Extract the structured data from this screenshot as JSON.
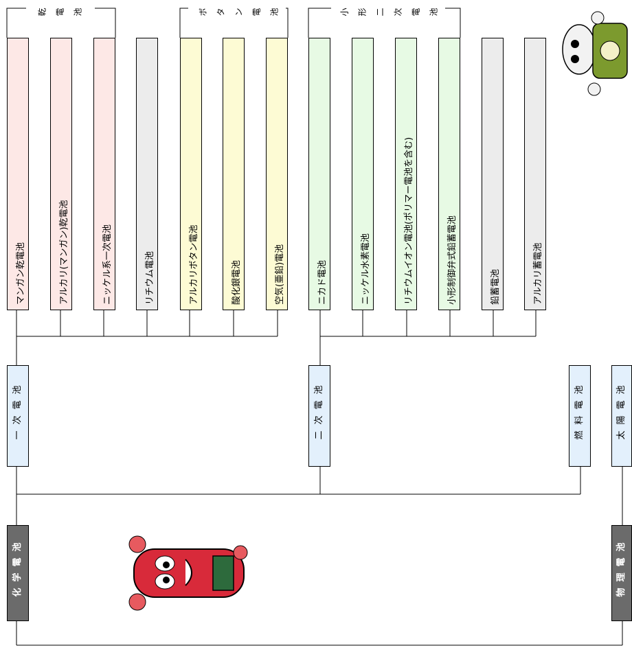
{
  "groups": {
    "dry": [
      "乾",
      "電",
      "池"
    ],
    "button": [
      "ボ",
      "タ",
      "ン",
      "電",
      "池"
    ],
    "small_secondary": [
      "小",
      "形",
      "二",
      "次",
      "電",
      "池"
    ]
  },
  "batteries": [
    "マンガン乾電池",
    "アルカリ(マンガン)乾電池",
    "ニッケル系一次電池",
    "リチウム電池",
    "アルカリボタン電池",
    "酸化銀電池",
    "空気(亜鉛)電池",
    "ニカド電池",
    "ニッケル水素電池",
    "リチウムイオン電池(ポリマー電池を含む)",
    "小形制御弁式鉛蓄電池",
    "鉛蓄電池",
    "アルカリ蓄電池"
  ],
  "categories": {
    "primary": [
      "一",
      "次",
      "電",
      "池"
    ],
    "secondary": [
      "二",
      "次",
      "電",
      "池"
    ],
    "fuel": [
      "燃",
      "料",
      "電",
      "池"
    ],
    "solar": [
      "太",
      "陽",
      "電",
      "池"
    ],
    "chemical": [
      "化",
      "学",
      "電",
      "池"
    ],
    "physical": [
      "物",
      "理",
      "電",
      "池"
    ]
  },
  "colors": {
    "pink": "#fde8e6",
    "grey": "#ececec",
    "yellow": "#fdfbd4",
    "green": "#e7fae4",
    "blue": "#e3f0fc",
    "dark": "#6b6b6b"
  },
  "mascots": [
    "battery-mascot-icon",
    "battery-character-icon"
  ]
}
